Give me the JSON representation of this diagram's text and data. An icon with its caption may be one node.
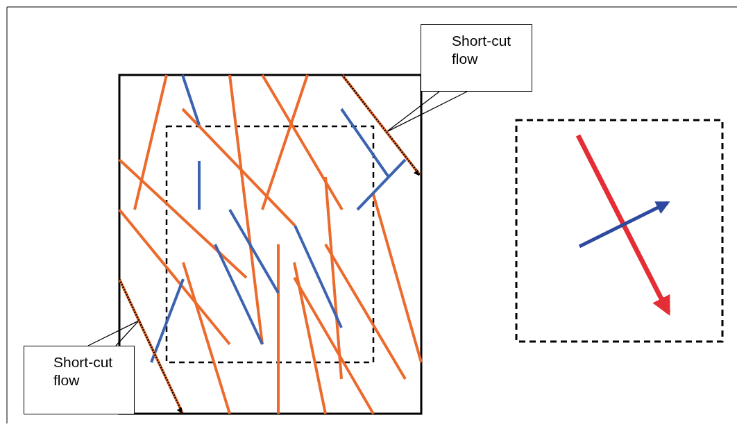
{
  "diagram": {
    "nodes": [
      {
        "text": [
          "Short-cut flow"
        ]
      },
      {
        "text": [
          "Short-cut flow"
        ]
      },
      {
        "text": [],
        "shape": "bar"
      },
      {
        "text": [],
        "shape": "bar"
      }
    ],
    "edges": [
      {
        "from": 0,
        "to": 2,
        "arrow": "none"
      },
      {
        "from": 1,
        "to": 3,
        "arrow": "none"
      }
    ]
  }
}
